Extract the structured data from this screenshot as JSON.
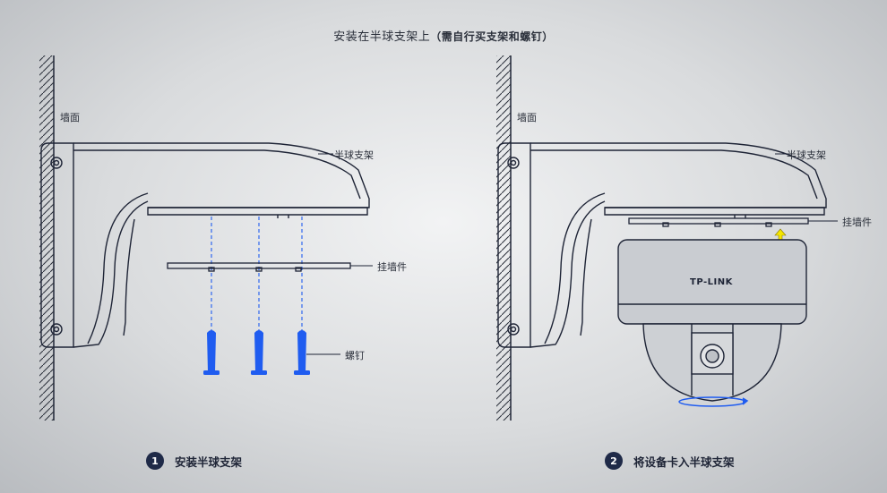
{
  "title": {
    "main": "安装在半球支架上",
    "sub": "（需自行买支架和螺钉）"
  },
  "left_panel": {
    "wall_label": "墙面",
    "bracket_label": "半球支架",
    "mount_label": "挂墙件",
    "screw_label": "螺钉"
  },
  "right_panel": {
    "wall_label": "墙面",
    "bracket_label": "半球支架",
    "mount_label": "挂墙件",
    "brand": "TP-LINK"
  },
  "steps": [
    {
      "number": "1",
      "label": "安装半球支架"
    },
    {
      "number": "2",
      "label": "将设备卡入半球支架"
    }
  ],
  "colors": {
    "line": "#1e2436",
    "screw": "#1f5cf0",
    "arrow": "#f5e600",
    "step_badge": "#1f2a48"
  }
}
